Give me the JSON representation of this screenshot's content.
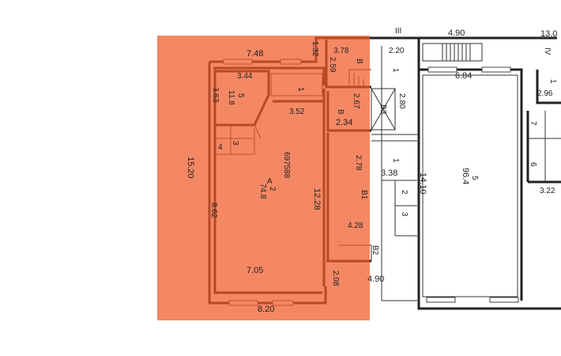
{
  "highlight_color": "#f4845f",
  "plan": {
    "watermark": "A",
    "cadastral_number": "697588",
    "section_marks": {
      "left": "III",
      "right": "IV"
    },
    "dimensions": {
      "top_main": "7.48",
      "top_step": "1.32",
      "stair_width": "3.78",
      "stair_depth": "2.59",
      "room5_width": "3.44",
      "room5_height": "3.63",
      "corridor_width": "3.52",
      "roomB_height": "2.67",
      "roomB_width": "2.34",
      "hall_height": "2.78",
      "total_height": "15.20",
      "main_height": "12.28",
      "left_wall": "8.62",
      "bottom_inner": "7.05",
      "bottom_total": "8.20",
      "b1_width": "4.28",
      "bottom_step": "2.08",
      "bottom_right": "4.90",
      "right_top_a": "2.20",
      "right_shaft": "2.80",
      "right_room": "3.38",
      "hall_length": "14.10",
      "top_right": "4.90",
      "hall_width": "6.84",
      "far_top": "13.0",
      "far_room": "2.96",
      "far_wc": "3.22"
    },
    "rooms": {
      "r1_top": "1",
      "r5_num": "5",
      "r5_area": "11.8",
      "stair_label": "B",
      "roomB": "B",
      "elevator": "B3",
      "r4": "4",
      "r3": "3",
      "main_num": "2",
      "main_area": "74.8",
      "b1": "B1",
      "b2": "B2",
      "right_r1a": "1",
      "right_r1b": "1",
      "right_r2": "2",
      "right_r3": "3",
      "hall_num": "5",
      "hall_area": "96.4",
      "far_r1": "1",
      "far_r7": "7",
      "far_r6": "6"
    }
  }
}
